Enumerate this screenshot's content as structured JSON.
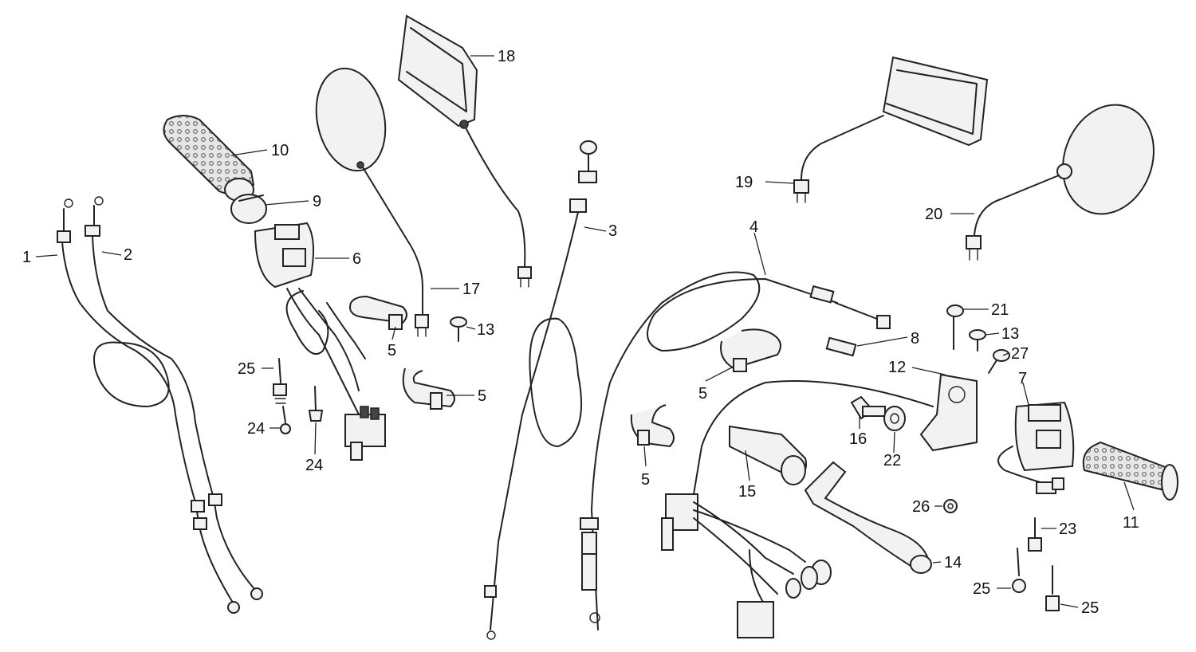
{
  "callouts": {
    "c1": "1",
    "c2": "2",
    "c3": "3",
    "c4": "4",
    "c5a": "5",
    "c5b": "5",
    "c5c": "5",
    "c5d": "5",
    "c6": "6",
    "c7": "7",
    "c8": "8",
    "c9": "9",
    "c10": "10",
    "c11": "11",
    "c12": "12",
    "c13a": "13",
    "c13b": "13",
    "c14": "14",
    "c15": "15",
    "c16": "16",
    "c17": "17",
    "c18": "18",
    "c19": "19",
    "c20": "20",
    "c21": "21",
    "c22": "22",
    "c23": "23",
    "c24a": "24",
    "c24b": "24",
    "c25a": "25",
    "c25b": "25",
    "c25c": "25",
    "c26": "26",
    "c27": "27"
  }
}
